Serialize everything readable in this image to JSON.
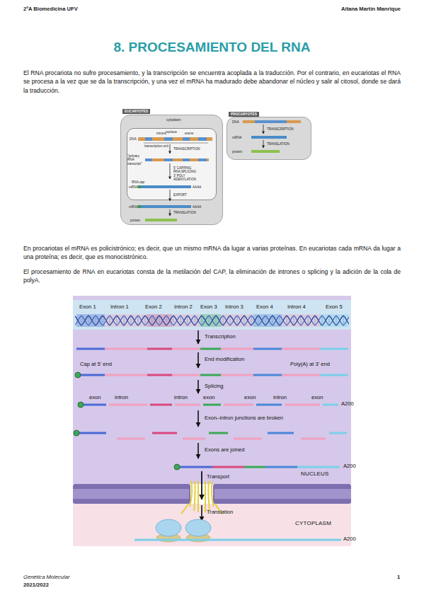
{
  "diagram": {
    "title": "8. PROCESAMIENTO DEL RNA",
    "nodes": [
      {
        "text": [
          "EUCARYOTES",
          "cytoplasm"
        ]
      },
      {
        "text": [
          "nucleus"
        ],
        "in": 0
      },
      {
        "text": [
          "PROCARYOTES"
        ]
      },
      {
        "text": [
          "NUCLEUS"
        ]
      },
      {
        "text": [
          "CYTOPLASM"
        ]
      }
    ],
    "labels": [
      "2ºA Biomedicina UFV",
      "Aitana Martín Manrique",
      "El RNA procariota no sufre procesamiento, y la transcripción se encuentra acoplada a la traducción. Por el contrario, en eucariotas el RNA se procesa a la vez que se da la transcripción, y una vez el mRNA ha madurado debe abandonar el núcleo y salir al citosol, donde se dará la traducción.",
      "introns",
      "exons",
      "DNA",
      "transcription unit",
      "TRANSCRIPTION",
      "\"primary RNA transcript\"",
      "5' CAPPING RNA SPLICING 3' POLY ADENYLATION",
      "RNA cap",
      "mRNA",
      "AAAA",
      "EXPORT",
      "mRNA",
      "AAAA",
      "TRANSLATION",
      "protein",
      "DNA",
      "TRANSCRIPTION",
      "mRNA",
      "TRANSLATION",
      "protein",
      "En procariotas el mRNA es policistrónico; es decir, que un mismo mRNA da lugar a varias proteínas. En eucariotas cada mRNA da lugar a una proteína; es decir, que es monocistrónico.",
      "El procesamiento de RNA en eucariotas consta de la metilación del CAP, la eliminación de intrones o splicing y la adición de la cola de polyA.",
      "Exon 1",
      "Intron 1",
      "Exon 2",
      "Intron 2",
      "Exon 3",
      "Intron 3",
      "Exon 4",
      "Intron 4",
      "Exon 5",
      "Transcription",
      "Cap at 5' end",
      "End modification",
      "Poly(A) at 3' end",
      "Splicing",
      "exon",
      "intron",
      "intron",
      "exon",
      "exon",
      "intron",
      "exon",
      "A200",
      "Exon–intron junctions are broken",
      "Exons are joined",
      "A200",
      "Transport",
      "Translation",
      "A200",
      "Genética Molecular",
      "2021/2022",
      "1"
    ]
  }
}
